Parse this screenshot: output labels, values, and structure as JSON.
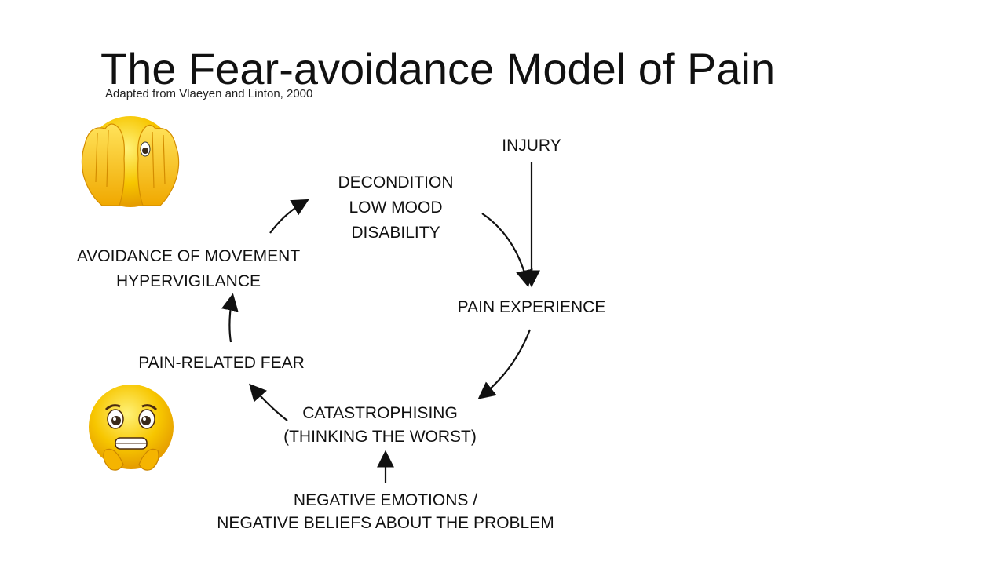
{
  "slide": {
    "title": "The Fear-avoidance Model of Pain",
    "subtitle": "Adapted from Vlaeyen and Linton, 2000"
  },
  "nodes": {
    "injury": [
      "INJURY"
    ],
    "decondition": [
      "DECONDITION",
      "LOW MOOD",
      "DISABILITY"
    ],
    "pain_experience": [
      "PAIN EXPERIENCE"
    ],
    "avoidance": [
      "AVOIDANCE OF MOVEMENT",
      "HYPERVIGILANCE"
    ],
    "pain_related_fear": [
      "PAIN-RELATED FEAR"
    ],
    "catastrophising": [
      "CATASTROPHISING",
      "(THINKING THE WORST)"
    ],
    "negative_emotions": [
      "NEGATIVE EMOTIONS /",
      "NEGATIVE BELIEFS ABOUT THE PROBLEM"
    ]
  },
  "icons": {
    "top_left": "peeking-face-icon",
    "bottom_left": "scared-face-icon"
  },
  "colors": {
    "text": "#111111",
    "arrow": "#111111",
    "emoji_yellow": "#f7c600",
    "emoji_orange": "#e9a000"
  }
}
